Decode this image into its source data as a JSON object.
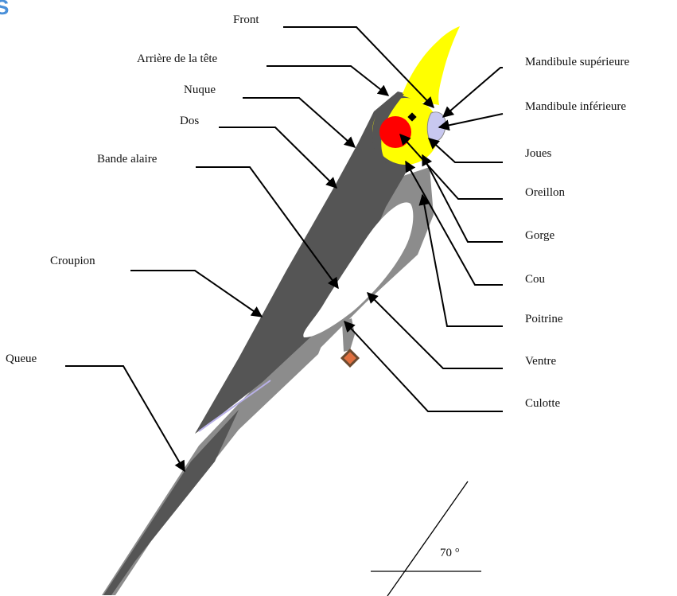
{
  "logo_fragment": "S",
  "colors": {
    "body_dark": "#555555",
    "body_grey": "#8c8c8c",
    "crest": "#ffff00",
    "face": "#ffff00",
    "cheek_patch": "#ff0000",
    "beak": "#c8c8f0",
    "foot": "#e07040",
    "foot_outline": "#6b4a30",
    "wing_band": "#ffffff",
    "logo": "#4a90d9"
  },
  "labels": {
    "front": "Front",
    "arriere_tete": "Arrière de la tête",
    "nuque": "Nuque",
    "dos": "Dos",
    "bande_alaire": "Bande alaire",
    "croupion": "Croupion",
    "queue": "Queue",
    "mandibule_sup": "Mandibule supérieure",
    "mandibule_inf": "Mandibule inférieure",
    "joues": "Joues",
    "oreillon": "Oreillon",
    "gorge": "Gorge",
    "cou": "Cou",
    "poitrine": "Poitrine",
    "ventre": "Ventre",
    "culotte": "Culotte"
  },
  "angle": {
    "value": "70 °"
  }
}
